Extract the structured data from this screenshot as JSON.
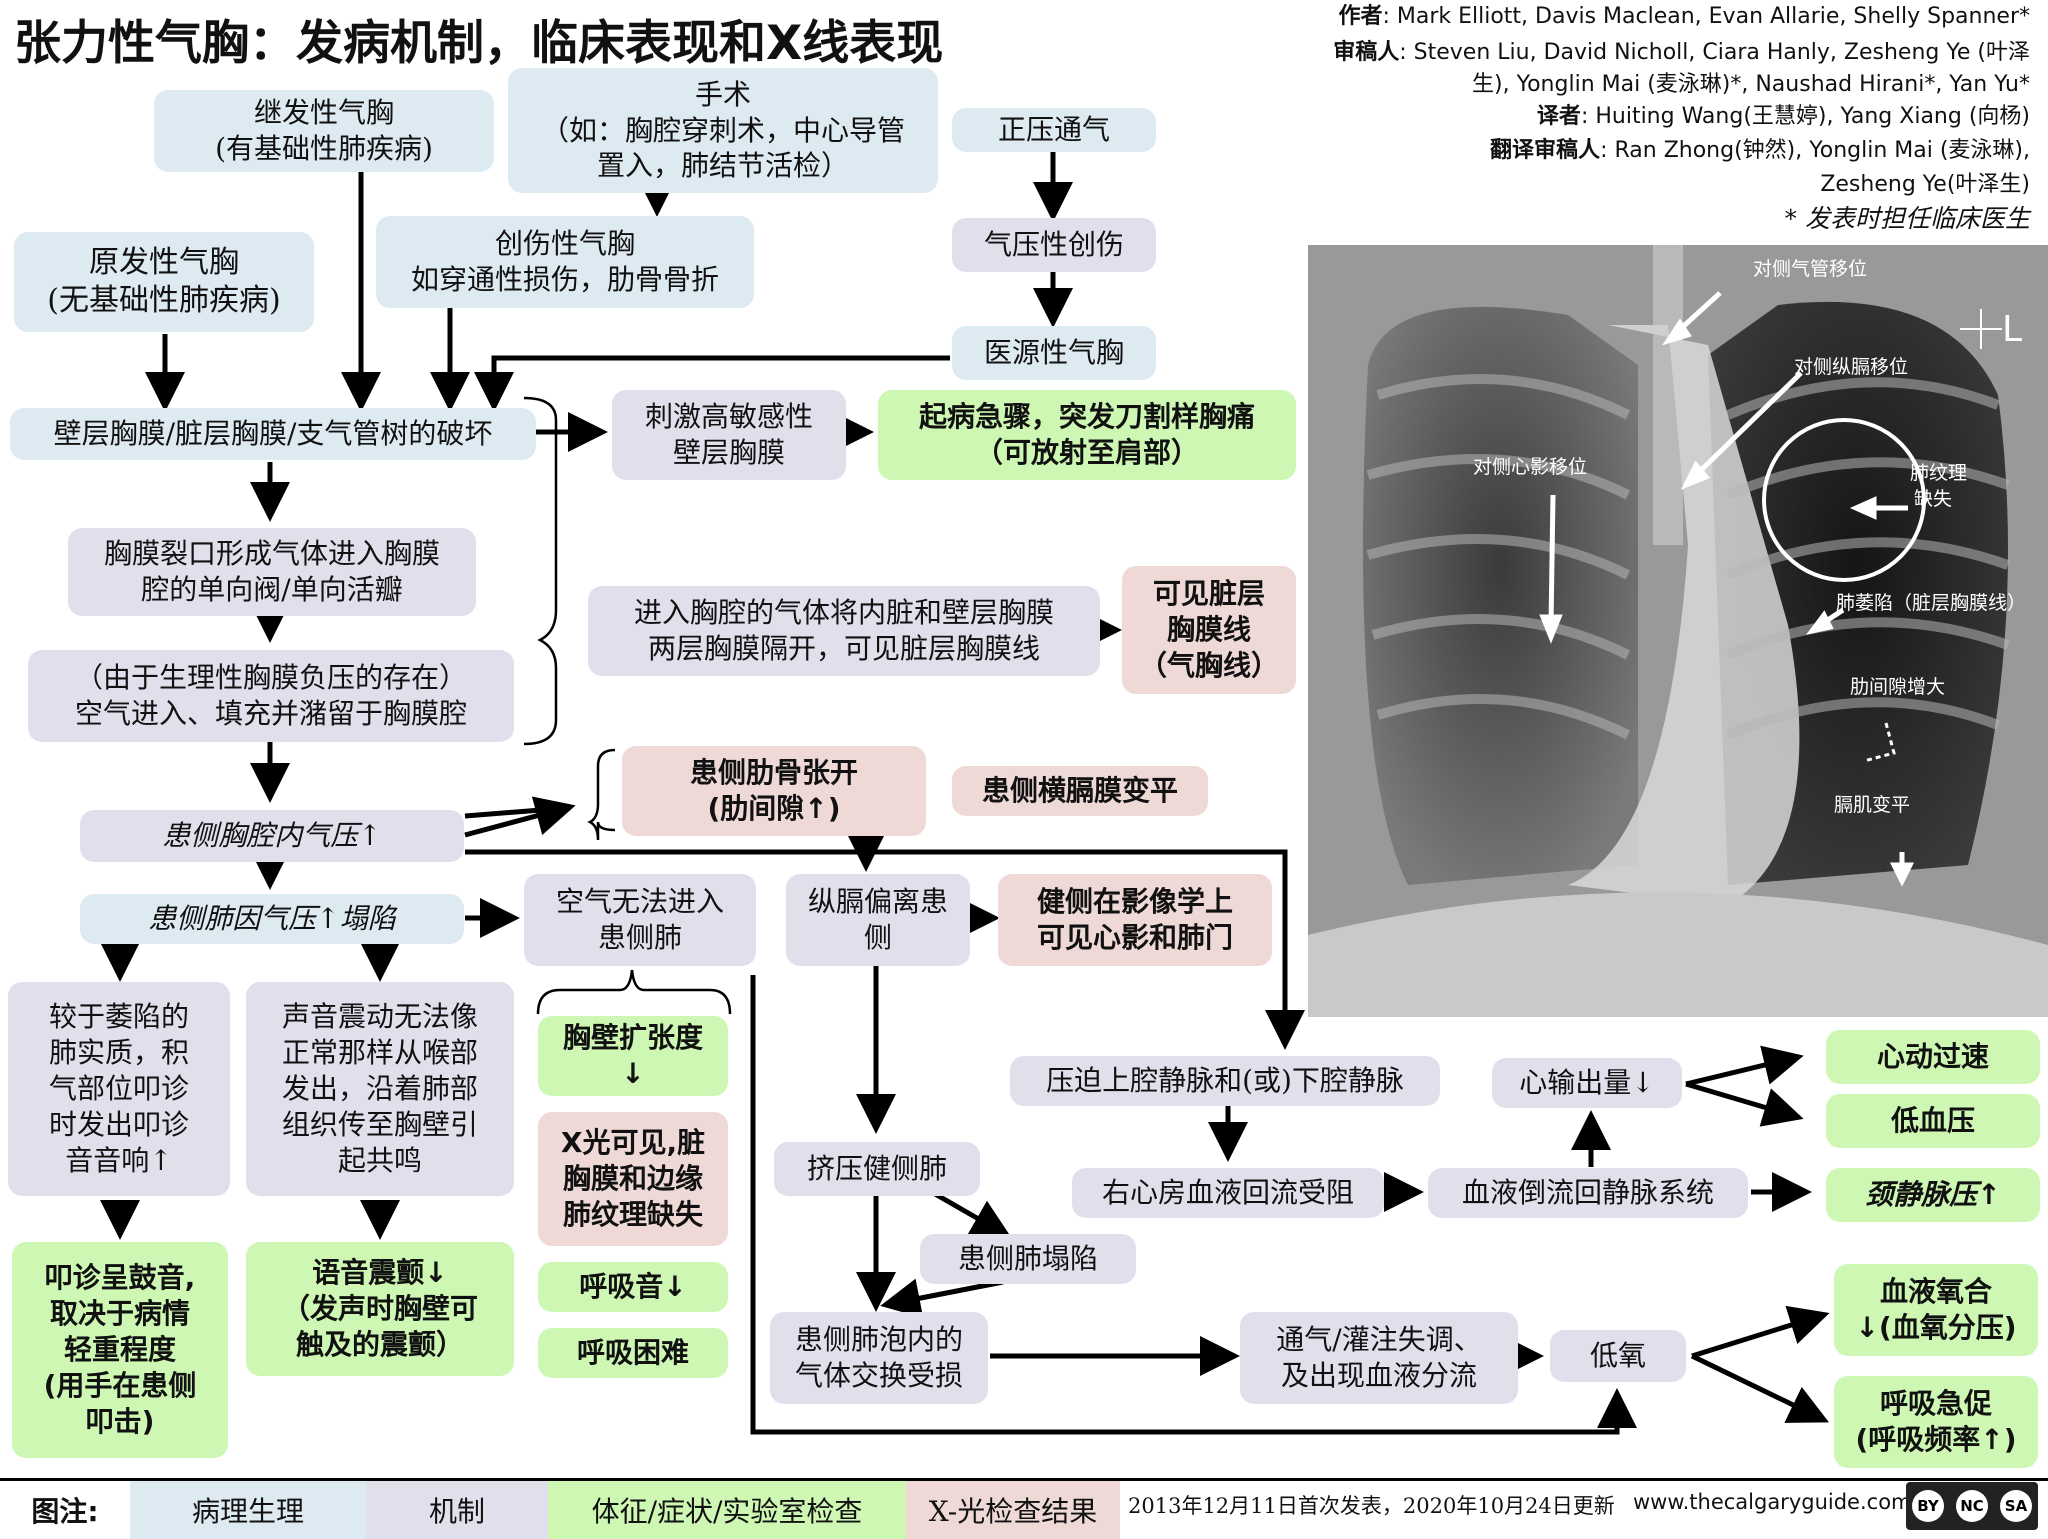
{
  "title": "张力性气胸：发病机制，临床表现和X线表现",
  "credits": {
    "authors_label": "作者",
    "authors": ": Mark Elliott, Davis Maclean, Evan Allarie, Shelly Spanner*",
    "reviewers_label": "审稿人",
    "reviewers_1": ": Steven Liu, David Nicholl, Ciara Hanly, Zesheng Ye (叶泽",
    "reviewers_2": "生), Yonglin Mai (麦泳琳)*, Naushad Hirani*, Yan Yu*",
    "translators_label": "译者",
    "translators": ": Huiting Wang(王慧婷), Yang Xiang (向杨)",
    "trans_reviewers_label": "翻译审稿人",
    "trans_reviewers_1": ": Ran Zhong(钟然), Yonglin Mai (麦泳琳),",
    "trans_reviewers_2": "Zesheng Ye(叶泽生)",
    "note": "* 发表时担任临床医生"
  },
  "nodes": {
    "secondary": "继发性气胸\n(有基础性肺疾病)",
    "surgery": "手术\n（如：胸腔穿刺术，中心导管\n置入，肺结节活检）",
    "ppv": "正压通气",
    "primary": "原发性气胸\n(无基础性肺疾病)",
    "trauma": "创伤性气胸\n如穿通性损伤，肋骨骨折",
    "barotrauma": "气压性创伤",
    "iatrogenic": "医源性气胸",
    "rupture": "壁层胸膜/脏层胸膜/支气管树的破坏",
    "irritate": "刺激高敏感性\n壁层胸膜",
    "pain": "起病急骤，突发刀割样胸痛\n（可放射至肩部）",
    "valve": "胸膜裂口形成气体进入胸膜\n腔的单向阀/单向活瓣",
    "separate": "进入胸腔的气体将内脏和壁层胸膜\n两层胸膜隔开，可见脏层胸膜线",
    "pleural_line": "可见脏层\n胸膜线\n（气胸线）",
    "trapped": "（由于生理性胸膜负压的存在）\n空气进入、填充并潴留于胸膜腔",
    "rib_spread": "患侧肋骨张开\n(肋间隙↑)",
    "diaphragm": "患侧横膈膜变平",
    "pressure": "患侧胸腔内气压↑",
    "collapse": "患侧肺因气压↑塌陷",
    "no_air": "空气无法进入\n患侧肺",
    "mediastinum": "纵膈偏离患\n侧",
    "heart_shadow": "健侧在影像学上\n可见心影和肺门",
    "percussion": "较于萎陷的\n肺实质，积\n气部位叩诊\n时发出叩诊\n音音响↑",
    "vocal": "声音震动无法像\n正常那样从喉部\n发出，沿着肺部\n组织传至胸壁引\n起共鸣",
    "chest_exp": "胸壁扩张度\n↓",
    "xray_finding": "X光可见,脏\n胸膜和边缘\n肺纹理缺失",
    "breath_sound": "呼吸音↓",
    "dyspnea": "呼吸困难",
    "tympany": "叩诊呈鼓音,\n取决于病情\n轻重程度\n(用手在患侧\n叩击)",
    "fremitus": "语音震颤↓\n（发声时胸壁可\n触及的震颤）",
    "compress_vc": "压迫上腔静脉和(或)下腔静脉",
    "ra_block": "右心房血液回流受阻",
    "venous": "血液倒流回静脉系统",
    "co_down": "心输出量↓",
    "tachy": "心动过速",
    "hypotension": "低血压",
    "jvp": "颈静脉压↑",
    "squeeze": "挤压健侧肺",
    "lung_collapse": "患侧肺塌陷",
    "gas_exchange": "患侧肺泡内的\n气体交换受损",
    "vq": "通气/灌注失调、\n及出现血液分流",
    "hypoxia": "低氧",
    "oxygenation": "血液氧合\n↓(血氧分压)",
    "tachypnea": "呼吸急促\n(呼吸频率↑)"
  },
  "xray_labels": {
    "trachea": "对侧气管移位",
    "mediastinal": "对侧纵膈移位",
    "heart": "对侧心影移位",
    "markings_1": "肺纹理",
    "markings_2": "缺失",
    "collapse": "肺萎陷（脏层胸膜线）",
    "intercostal": "肋间隙增大",
    "diaphragm": "膈肌变平",
    "side": "L"
  },
  "legend": {
    "label": "图注:",
    "pathophys": "病理生理",
    "mechanism": "机制",
    "signs": "体征/症状/实验室检查",
    "xray": "X-光检查结果"
  },
  "footer": {
    "date": "2013年12月11日首次发表，2020年10月24日更新",
    "url": "www.thecalgaryguide.com",
    "license_1": "BY",
    "license_2": "NC",
    "license_3": "SA"
  },
  "colors": {
    "pathophys": "#deeaf1",
    "mechanism": "#e2dfec",
    "signs": "#cdf7b2",
    "xray": "#efd9d6"
  }
}
